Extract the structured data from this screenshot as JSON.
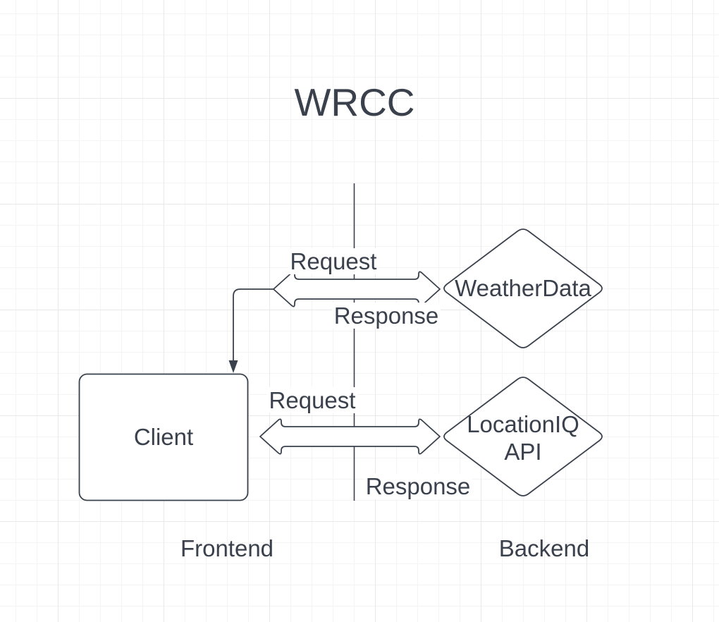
{
  "diagram": {
    "title": "WRCC",
    "nodes": {
      "client": {
        "label": "Client"
      },
      "weatherdata": {
        "label": "WeatherData"
      },
      "locationiq": {
        "label": "LocationIQ API"
      }
    },
    "edges": {
      "weatherdata_request_label": "Request",
      "weatherdata_response_label": "Response",
      "locationiq_request_label": "Request",
      "locationiq_response_label": "Response"
    },
    "zones": {
      "frontend_label": "Frontend",
      "backend_label": "Backend"
    },
    "colors": {
      "stroke": "#3a414c",
      "text": "#3a414c",
      "shape_fill": "#ffffff",
      "background": "#ffffff",
      "grid_minor": "#f4f4f4",
      "grid_major": "#e8e8e8"
    }
  }
}
